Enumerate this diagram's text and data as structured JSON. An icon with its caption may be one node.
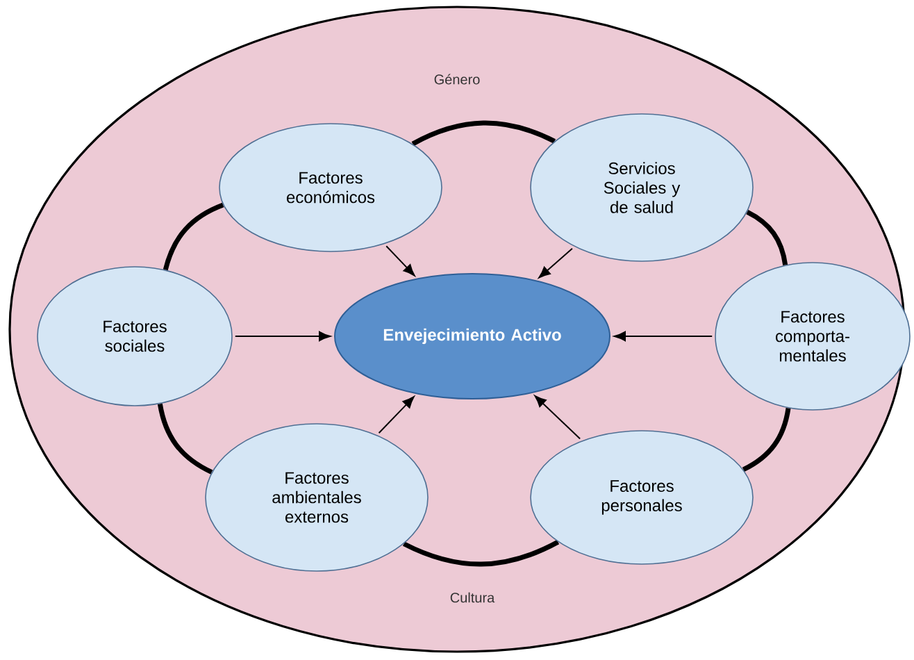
{
  "diagram": {
    "nodes": [
      {
        "text": [
          "Género",
          "Cultura"
        ]
      },
      {
        "text": [
          "Envejecimiento Activo"
        ],
        "in": 0
      },
      {
        "text": [
          "Factores económicos"
        ],
        "in": 0
      },
      {
        "text": [
          "Servicios Sociales y de salud"
        ],
        "in": 0
      },
      {
        "text": [
          "Factores sociales"
        ],
        "in": 0
      },
      {
        "text": [
          "Factores comporta-mentales"
        ],
        "in": 0
      },
      {
        "text": [
          "Factores ambientales externos"
        ],
        "in": 0
      },
      {
        "text": [
          "Factores personales"
        ],
        "in": 0
      }
    ],
    "edges": [
      {
        "from": 2,
        "to": 1,
        "arrow": "to"
      },
      {
        "from": 3,
        "to": 1,
        "arrow": "to"
      },
      {
        "from": 4,
        "to": 1,
        "arrow": "to"
      },
      {
        "from": 5,
        "to": 1,
        "arrow": "to"
      },
      {
        "from": 6,
        "to": 1,
        "arrow": "to"
      },
      {
        "from": 7,
        "to": 1,
        "arrow": "to"
      },
      {
        "from": 2,
        "to": 3,
        "arrow": "none",
        "style": "thick"
      },
      {
        "from": 3,
        "to": 5,
        "arrow": "none",
        "style": "thick"
      },
      {
        "from": 5,
        "to": 7,
        "arrow": "none",
        "style": "thick"
      },
      {
        "from": 7,
        "to": 6,
        "arrow": "none",
        "style": "thick"
      },
      {
        "from": 6,
        "to": 4,
        "arrow": "none",
        "style": "thick"
      },
      {
        "from": 4,
        "to": 2,
        "arrow": "none",
        "style": "thick"
      }
    ]
  }
}
